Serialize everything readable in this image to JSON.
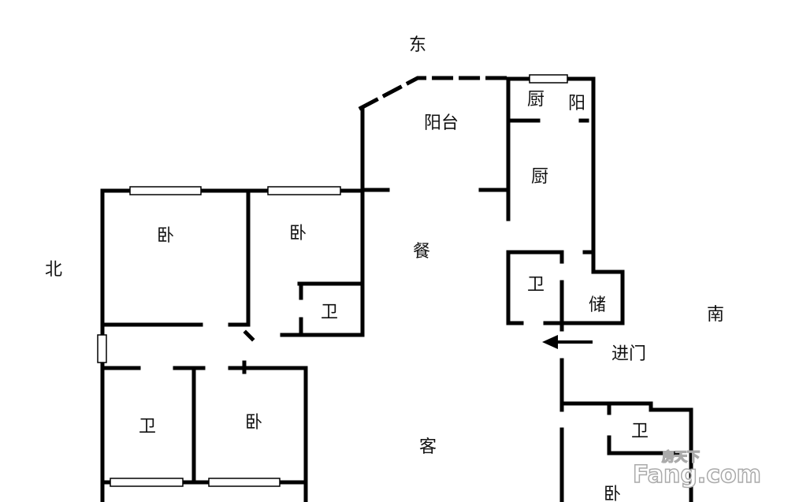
{
  "compass": {
    "east": "东",
    "north": "北",
    "south": "南"
  },
  "rooms": {
    "balcony": "阳台",
    "kitchen_small": "厨",
    "balcony_small": "阳",
    "kitchen": "厨",
    "bedroom_nw": "卧",
    "bedroom_n2": "卧",
    "dining": "餐",
    "bath_center": "卫",
    "storage": "储",
    "bath_ensuite": "卫",
    "entrance": "进门",
    "bath_sw": "卫",
    "bedroom_sw": "卧",
    "living": "客",
    "bath_se": "卫",
    "bedroom_se": "卧"
  },
  "watermark": {
    "brand_cn": "房天下",
    "brand": "Fang.com"
  },
  "colors": {
    "wall": "#000000",
    "background": "#ffffff"
  }
}
